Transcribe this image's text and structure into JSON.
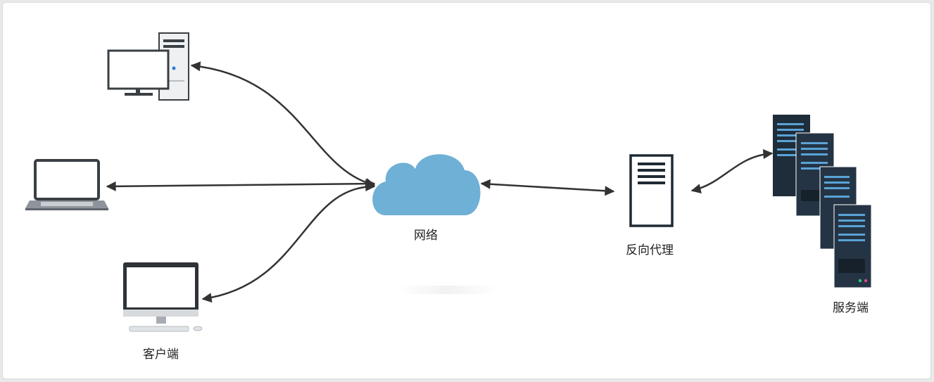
{
  "labels": {
    "network": "网络",
    "reverse_proxy": "反向代理",
    "server_side": "服务端",
    "client_side": "客户端"
  },
  "colors": {
    "cloud": "#6fb0d6",
    "arrow": "#333333",
    "server_dark": "#1f2d3a",
    "server_accent": "#5aa3d6",
    "device_frame": "#3a3f44"
  },
  "icons": [
    "desktop-tower-icon",
    "laptop-icon",
    "imac-icon",
    "cloud-icon",
    "proxy-server-icon",
    "server-rack-icon"
  ]
}
